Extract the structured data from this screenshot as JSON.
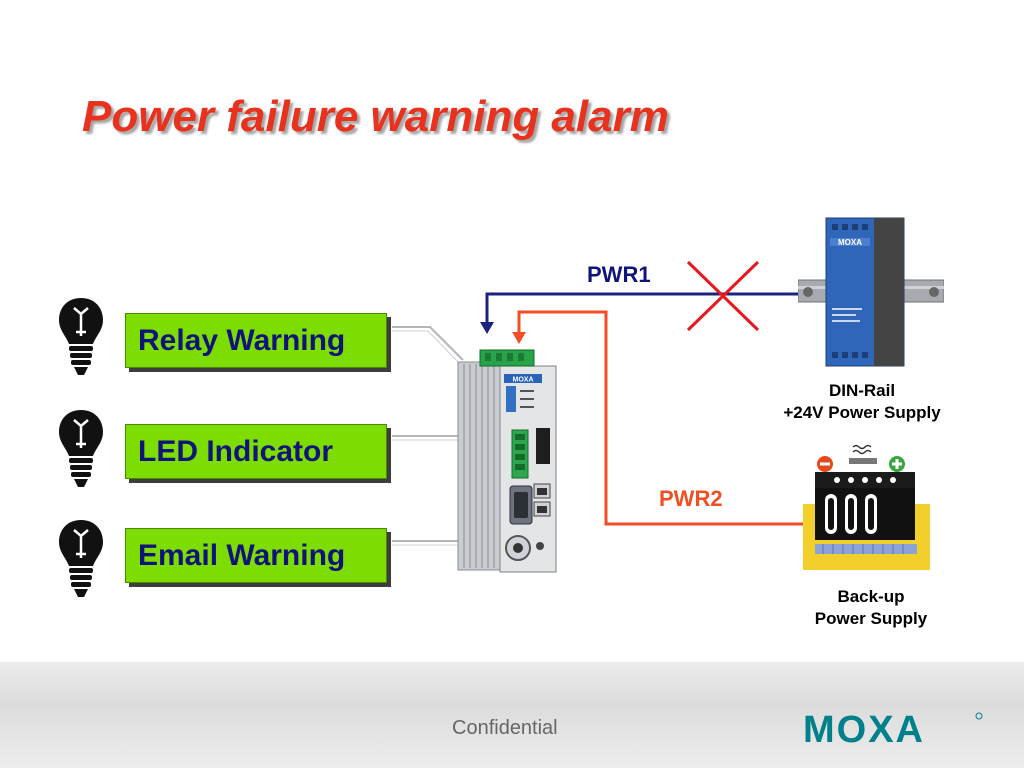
{
  "title": "Power failure warning alarm",
  "warnings": [
    {
      "label": "Relay Warning"
    },
    {
      "label": "LED Indicator"
    },
    {
      "label": "Email Warning"
    }
  ],
  "power": {
    "pwr1_label": "PWR1",
    "pwr2_label": "PWR2",
    "din_rail_line1": "DIN-Rail",
    "din_rail_line2": "+24V Power Supply",
    "backup_line1": "Back-up",
    "backup_line2": "Power Supply"
  },
  "device": {
    "brand": "MOXA"
  },
  "footer": {
    "confidential": "Confidential",
    "logo_text": "MOXA"
  },
  "colors": {
    "title_red": "#e8321e",
    "box_green": "#7ddc00",
    "box_text_navy": "#10147a",
    "pwr1_line": "#1a237e",
    "pwr2_line": "#f04e23",
    "cross_red": "#e8191e",
    "logo_teal": "#00808a"
  }
}
